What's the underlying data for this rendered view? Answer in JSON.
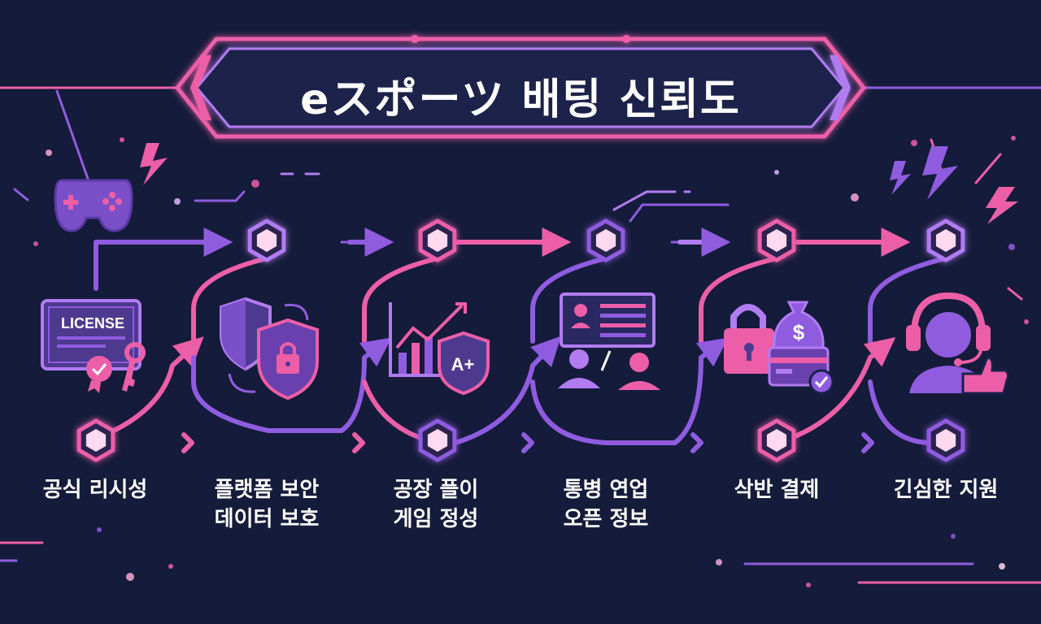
{
  "title": "eスポーツ 배팅 신뢰도",
  "colors": {
    "background": "#151b3a",
    "pink": "#ec5fa8",
    "purple": "#8f5ce0",
    "violet": "#b07cf0"
  },
  "steps": [
    {
      "icon": "license-certificate-key-icon",
      "license_text": "LICENSE",
      "lines": [
        "공식 리시성"
      ]
    },
    {
      "icon": "security-shield-lock-icon",
      "lines": [
        "플랫폼 보안",
        "데이터 보호"
      ]
    },
    {
      "icon": "growth-chart-shield-icon",
      "grade": "A+",
      "lines": [
        "공장 플이",
        "게임 정성"
      ]
    },
    {
      "icon": "dashboard-people-icon",
      "lines": [
        "통병 연업",
        "오픈 정보"
      ]
    },
    {
      "icon": "payment-lock-moneybag-card-icon",
      "lines": [
        "삭반 결제"
      ]
    },
    {
      "icon": "support-headset-thumbs-up-icon",
      "lines": [
        "긴심한 지원"
      ]
    }
  ],
  "decorations": [
    "gamepad-icon",
    "lightning-icon"
  ]
}
